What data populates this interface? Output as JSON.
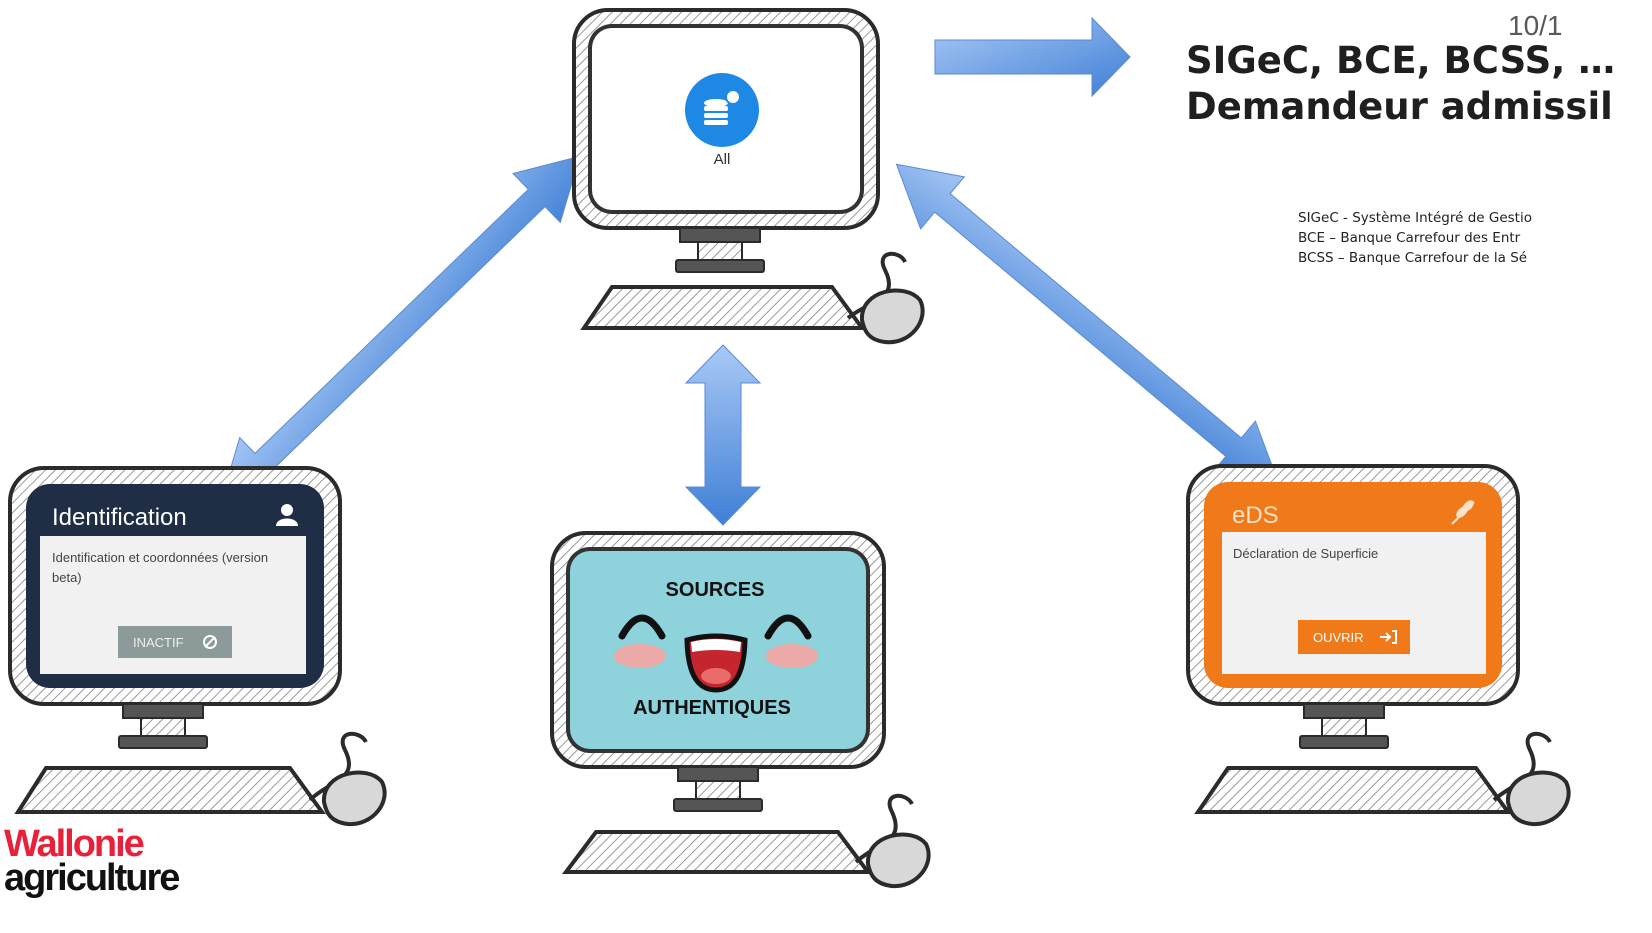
{
  "page_number": "10/1",
  "headline": {
    "line1": "SIGeC, BCE, BCSS, …",
    "line2": "Demandeur admissil"
  },
  "glossary": [
    "SIGeC - Système Intégré de Gestio",
    "BCE – Banque Carrefour des Entr",
    "BCSS – Banque Carrefour de la Sé"
  ],
  "central_app": {
    "label": "All",
    "icon": "coins-stack-icon",
    "color": "#1e88e5"
  },
  "identification_app": {
    "title": "Identification",
    "description_line1": "Identification et coordonnées (version",
    "description_line2": "beta)",
    "button": "INACTIF",
    "icon": "user-icon",
    "header_color": "#1f2d45"
  },
  "sources_screen": {
    "top": "SOURCES",
    "bottom": "AUTHENTIQUES",
    "color": "#8ed2dc"
  },
  "eds_app": {
    "title": "eDS",
    "description": "Déclaration de Superficie",
    "button": "OUVRIR",
    "icon": "wheat-icon",
    "header_color": "#f07a1a"
  },
  "logo": {
    "line1": "Wallonie",
    "line2": "agriculture"
  }
}
